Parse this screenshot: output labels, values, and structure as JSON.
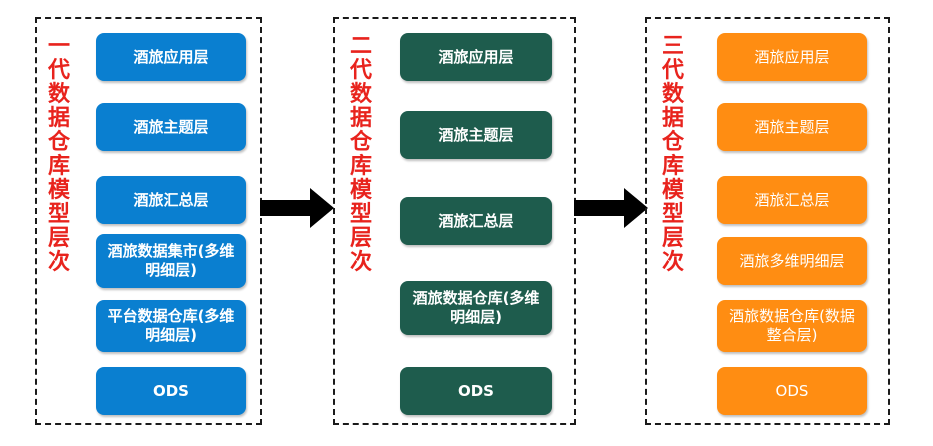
{
  "panels": [
    {
      "title": "一代数据仓库模型层次",
      "layers": [
        "酒旅应用层",
        "酒旅主题层",
        "酒旅汇总层",
        "酒旅数据集市(多维明细层)",
        "平台数据仓库(多维明细层)",
        "ODS"
      ]
    },
    {
      "title": "二代数据仓库模型层次",
      "layers": [
        "酒旅应用层",
        "酒旅主题层",
        "酒旅汇总层",
        "酒旅数据仓库(多维明细层)",
        "ODS"
      ]
    },
    {
      "title": "三代数据仓库模型层次",
      "layers": [
        "酒旅应用层",
        "酒旅主题层",
        "酒旅汇总层",
        "酒旅多维明细层",
        "酒旅数据仓库(数据整合层)",
        "ODS"
      ]
    }
  ],
  "colors": {
    "title": "#e8231d",
    "gen1": "#0a7fd0",
    "gen2": "#1e5c4d",
    "gen3": "#ff8d12",
    "arrow": "#000000"
  }
}
